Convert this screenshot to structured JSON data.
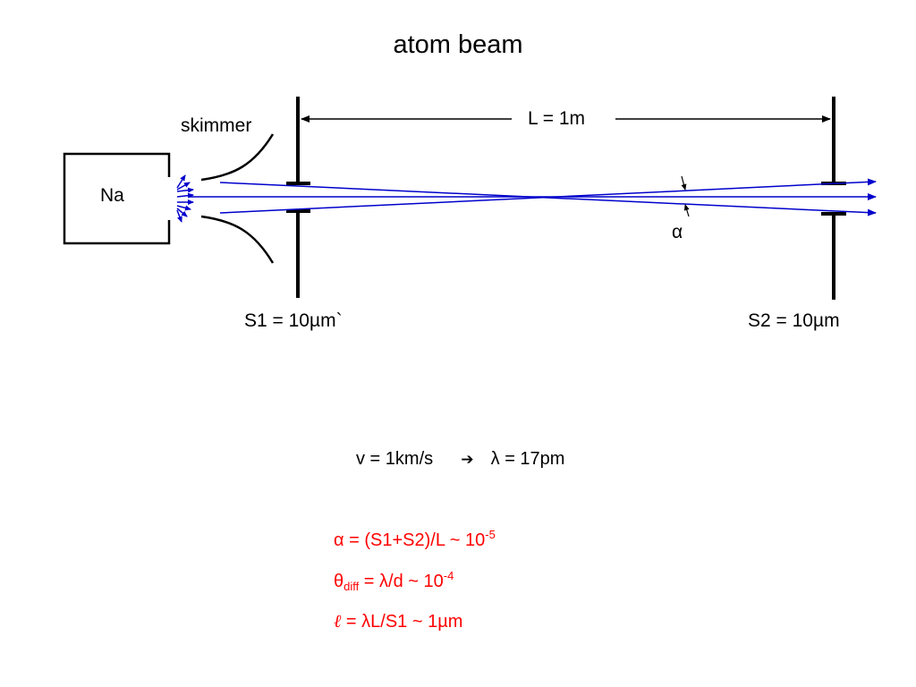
{
  "title": "atom beam",
  "labels": {
    "source": "Na",
    "skimmer": "skimmer",
    "distance": "L = 1m",
    "slit1": "S1 = 10µm`",
    "slit2": "S2 = 10µm",
    "angle": "α"
  },
  "velocity": {
    "left": "v = 1km/s",
    "arrow": "➔",
    "right": "λ = 17pm"
  },
  "formulas": {
    "alpha_main": "α = (S1+S2)/L ~ 10",
    "alpha_exp": "-5",
    "theta_symbol": "θ",
    "theta_sub": "diff",
    "theta_main": " = λ/d ~ 10",
    "theta_exp": "-4",
    "ell_symbol": "ℓ",
    "ell_main": " = λL/S1 ~ 1µm"
  },
  "colors": {
    "beam": "#0000cc",
    "formula": "#ff0000",
    "ink": "#000000"
  }
}
